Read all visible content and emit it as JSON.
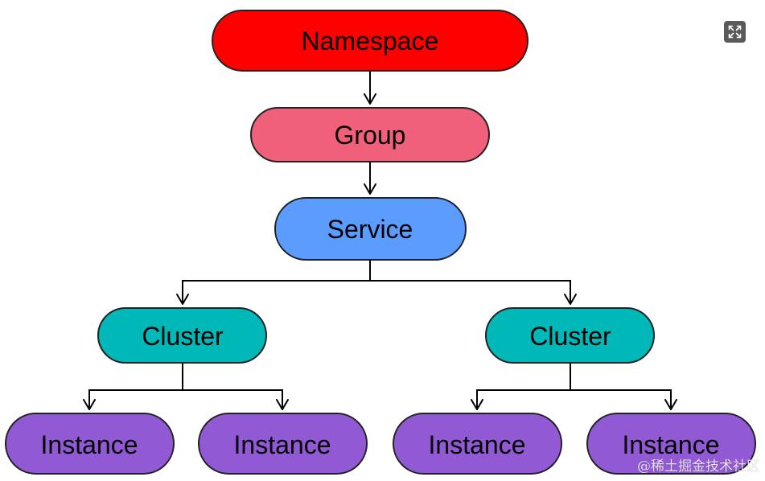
{
  "nodes": {
    "namespace": {
      "label": "Namespace",
      "color": "#ff0000"
    },
    "group": {
      "label": "Group",
      "color": "#f0607a"
    },
    "service": {
      "label": "Service",
      "color": "#5b9dff"
    },
    "cluster_left": {
      "label": "Cluster",
      "color": "#00b8b8"
    },
    "cluster_right": {
      "label": "Cluster",
      "color": "#00b8b8"
    },
    "instance_1": {
      "label": "Instance",
      "color": "#9259d4"
    },
    "instance_2": {
      "label": "Instance",
      "color": "#9259d4"
    },
    "instance_3": {
      "label": "Instance",
      "color": "#9259d4"
    },
    "instance_4": {
      "label": "Instance",
      "color": "#9259d4"
    }
  },
  "edges": [
    [
      "namespace",
      "group"
    ],
    [
      "group",
      "service"
    ],
    [
      "service",
      "cluster_left"
    ],
    [
      "service",
      "cluster_right"
    ],
    [
      "cluster_left",
      "instance_1"
    ],
    [
      "cluster_left",
      "instance_2"
    ],
    [
      "cluster_right",
      "instance_3"
    ],
    [
      "cluster_right",
      "instance_4"
    ]
  ],
  "toolbar": {
    "expand_icon": "expand-icon"
  },
  "watermark": {
    "text": "@稀土掘金技术社区"
  }
}
